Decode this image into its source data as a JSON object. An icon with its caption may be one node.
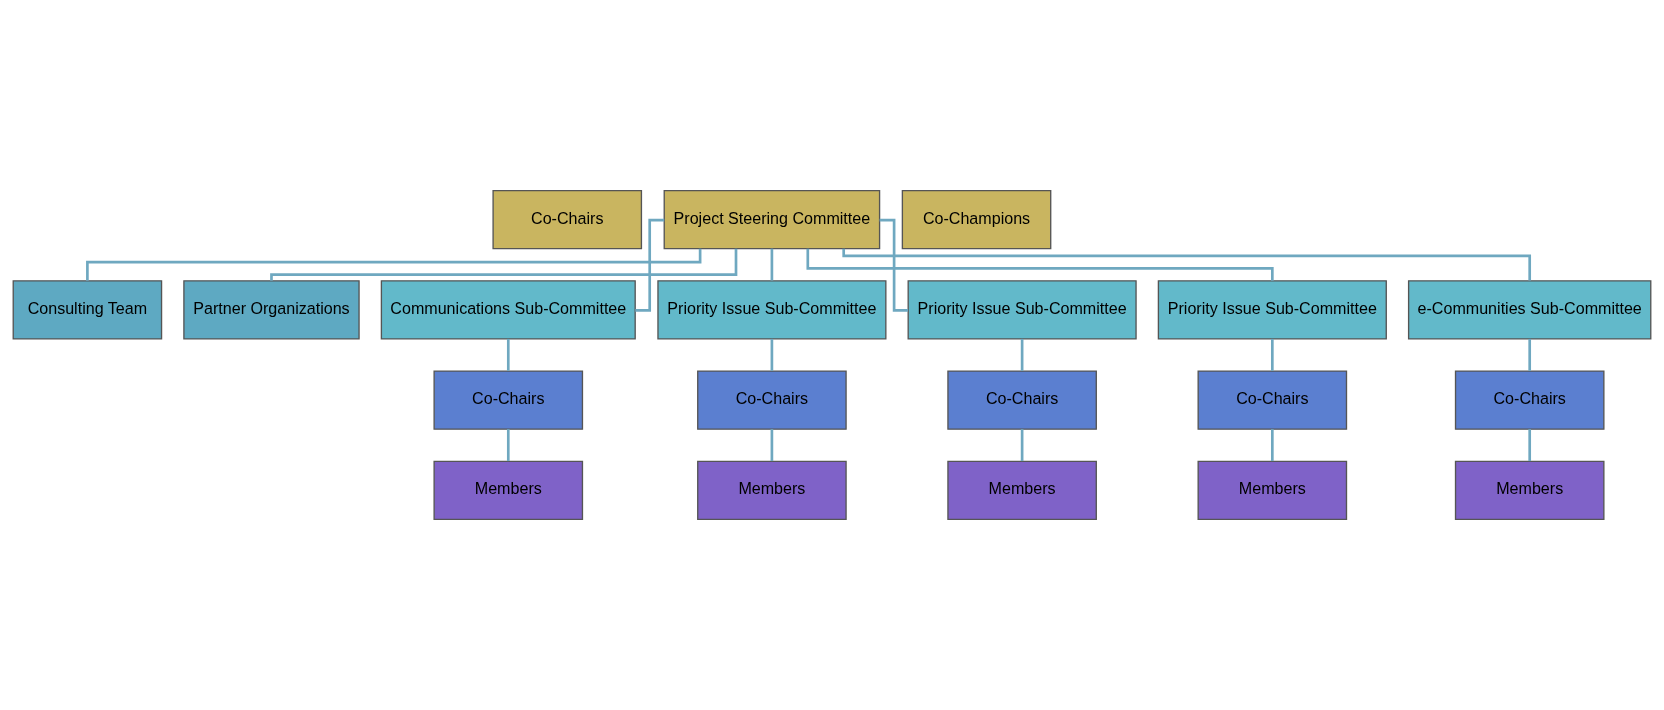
{
  "diagram": {
    "nodes": [
      {
        "text": [
          "Co-Chairs"
        ]
      },
      {
        "text": [
          "Project Steering Committee"
        ]
      },
      {
        "text": [
          "Co-Champions"
        ]
      },
      {
        "text": [
          "Consulting Team"
        ]
      },
      {
        "text": [
          "Partner Organizations"
        ]
      },
      {
        "text": [
          "Communications Sub-Committee"
        ]
      },
      {
        "text": [
          "Priority Issue Sub-Committee"
        ]
      },
      {
        "text": [
          "Priority Issue Sub-Committee"
        ]
      },
      {
        "text": [
          "Priority Issue Sub-Committee"
        ]
      },
      {
        "text": [
          "e-Communities Sub-Committee"
        ]
      },
      {
        "text": [
          "Co-Chairs"
        ]
      },
      {
        "text": [
          "Co-Chairs"
        ]
      },
      {
        "text": [
          "Co-Chairs"
        ]
      },
      {
        "text": [
          "Co-Chairs"
        ]
      },
      {
        "text": [
          "Co-Chairs"
        ]
      },
      {
        "text": [
          "Members"
        ]
      },
      {
        "text": [
          "Members"
        ]
      },
      {
        "text": [
          "Members"
        ]
      },
      {
        "text": [
          "Members"
        ]
      },
      {
        "text": [
          "Members"
        ]
      }
    ],
    "edges": [
      {
        "from": 1,
        "to": 3,
        "arrow": "none"
      },
      {
        "from": 1,
        "to": 4,
        "arrow": "none"
      },
      {
        "from": 1,
        "to": 5,
        "arrow": "none"
      },
      {
        "from": 1,
        "to": 6,
        "arrow": "none"
      },
      {
        "from": 1,
        "to": 7,
        "arrow": "none"
      },
      {
        "from": 1,
        "to": 8,
        "arrow": "none"
      },
      {
        "from": 1,
        "to": 9,
        "arrow": "none"
      },
      {
        "from": 5,
        "to": 10,
        "arrow": "none"
      },
      {
        "from": 6,
        "to": 11,
        "arrow": "none"
      },
      {
        "from": 7,
        "to": 12,
        "arrow": "none"
      },
      {
        "from": 8,
        "to": 13,
        "arrow": "none"
      },
      {
        "from": 9,
        "to": 14,
        "arrow": "none"
      },
      {
        "from": 10,
        "to": 15,
        "arrow": "none"
      },
      {
        "from": 11,
        "to": 16,
        "arrow": "none"
      },
      {
        "from": 12,
        "to": 17,
        "arrow": "none"
      },
      {
        "from": 13,
        "to": 18,
        "arrow": "none"
      },
      {
        "from": 14,
        "to": 19,
        "arrow": "none"
      }
    ]
  }
}
